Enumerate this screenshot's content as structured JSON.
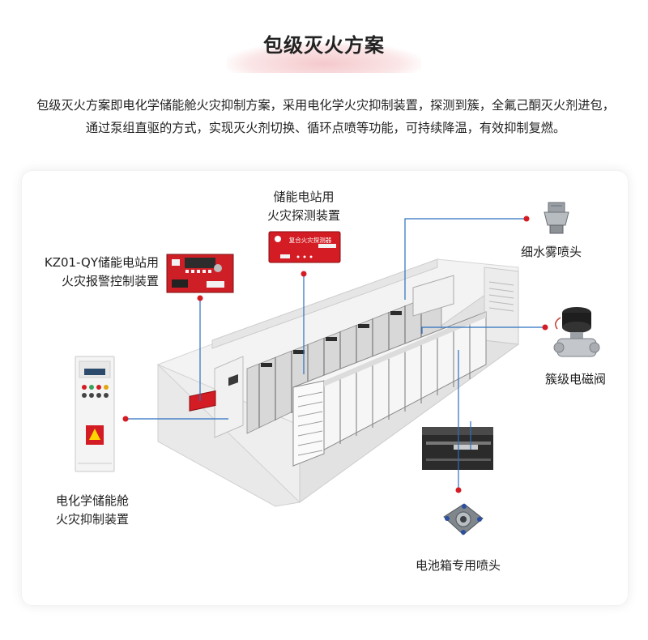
{
  "title": "包级灭火方案",
  "description": "包级灭火方案即电化学储能舱火灾抑制方案，采用电化学火灾抑制装置，探测到簇，全氟己酮灭火剂进包，通过泵组直驱的方式，实现灭火剂切换、循环点喷等功能，可持续降温，有效抑制复燃。",
  "labels": {
    "detector_line1": "储能电站用",
    "detector_line2": "火灾探测装置",
    "alarm_line1": "KZ01-QY储能电站用",
    "alarm_line2": "火灾报警控制装置",
    "mist_nozzle": "细水雾喷头",
    "solenoid_valve": "簇级电磁阀",
    "suppression_line1": "电化学储能舱",
    "suppression_line2": "火灾抑制装置",
    "battery_nozzle": "电池箱专用喷头"
  },
  "device_text": {
    "detector_name": "复合火灾探测器"
  },
  "colors": {
    "accent_red": "#d31c23",
    "leader_line": "#2a6fc0"
  }
}
